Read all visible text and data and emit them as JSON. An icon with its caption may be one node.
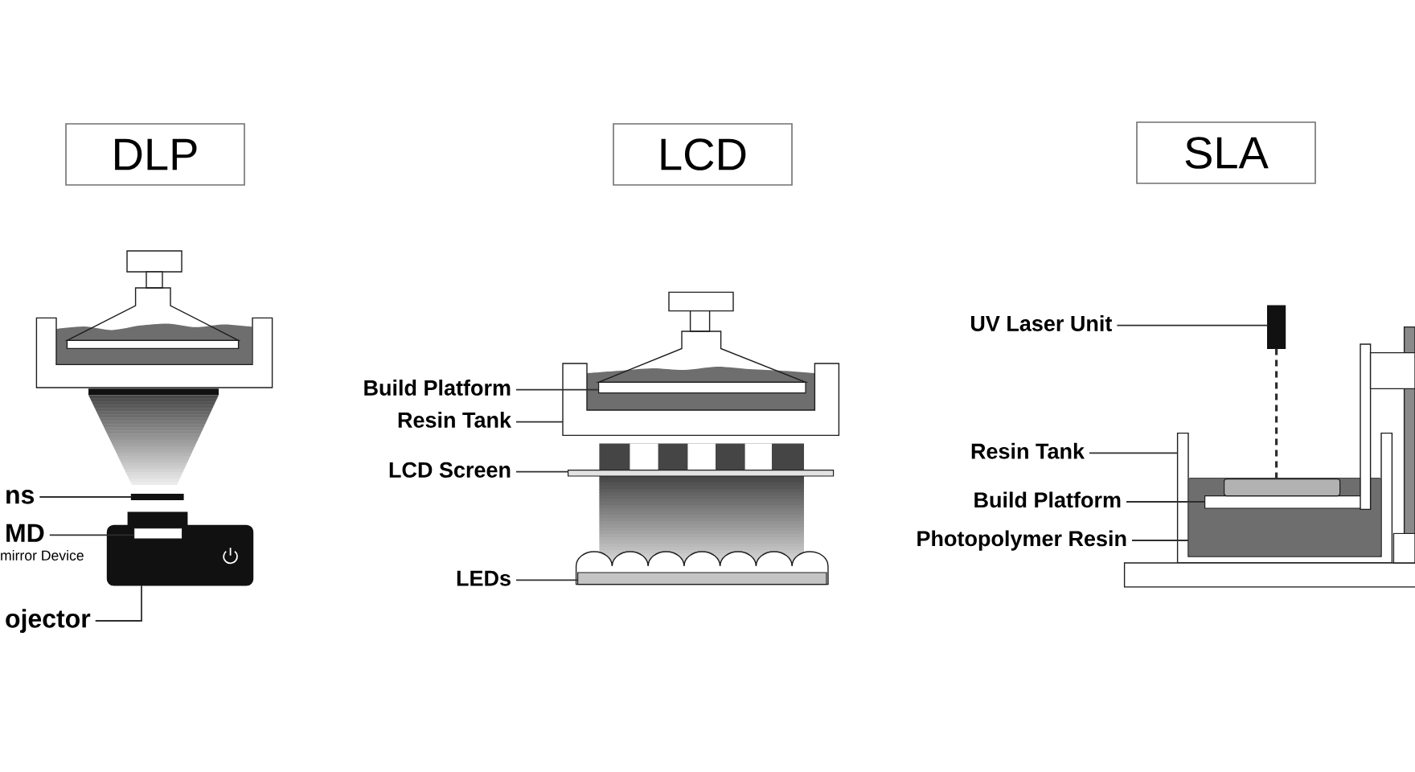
{
  "diagram": {
    "nodes": [
      {
        "text": [
          "DLP"
        ]
      },
      {
        "text": [
          "LCD"
        ]
      },
      {
        "text": [
          "SLA"
        ]
      },
      {
        "text": [
          "ns"
        ]
      },
      {
        "text": [
          "MD",
          "mirror Device"
        ]
      },
      {
        "text": [
          "ojector"
        ]
      },
      {
        "text": [],
        "shape": "bar"
      },
      {
        "text": [],
        "shape": "box"
      },
      {
        "text": [],
        "shape": "bar",
        "in": 7
      },
      {
        "text": [
          "Build Platform"
        ]
      },
      {
        "text": [
          "Resin Tank"
        ]
      },
      {
        "text": [
          "LCD Screen"
        ]
      },
      {
        "text": [
          "LEDs"
        ]
      },
      {
        "text": [],
        "shape": "tray"
      },
      {
        "text": [],
        "shape": "bar",
        "in": 13
      },
      {
        "text": [],
        "shape": "bar"
      },
      {
        "text": [],
        "shape": "bar"
      },
      {
        "text": [
          "UV Laser Unit"
        ]
      },
      {
        "text": [
          "Resin Tank"
        ]
      },
      {
        "text": [
          "Build Platform"
        ]
      },
      {
        "text": [
          "Photopolymer Resin"
        ]
      },
      {
        "text": [],
        "shape": "bar"
      },
      {
        "text": [],
        "shape": "tray"
      },
      {
        "text": [],
        "shape": "box",
        "in": 22
      },
      {
        "text": [],
        "shape": "bar",
        "in": 23
      },
      {
        "text": [],
        "shape": "box",
        "in": 23
      }
    ],
    "edges": [
      {
        "from": 3,
        "to": 6,
        "arrow": "none"
      },
      {
        "from": 4,
        "to": 8,
        "arrow": "none"
      },
      {
        "from": 5,
        "to": 7,
        "arrow": "none"
      },
      {
        "from": 9,
        "to": 14,
        "arrow": "none"
      },
      {
        "from": 10,
        "to": 13,
        "arrow": "none"
      },
      {
        "from": 11,
        "to": 15,
        "arrow": "none"
      },
      {
        "from": 12,
        "to": 16,
        "arrow": "none"
      },
      {
        "from": 17,
        "to": 21,
        "arrow": "none"
      },
      {
        "from": 18,
        "to": 22,
        "arrow": "none"
      },
      {
        "from": 19,
        "to": 24,
        "arrow": "none"
      },
      {
        "from": 20,
        "to": 23,
        "arrow": "none"
      },
      {
        "from": 21,
        "to": 25,
        "arrow": "none",
        "style": "dashed"
      }
    ]
  }
}
